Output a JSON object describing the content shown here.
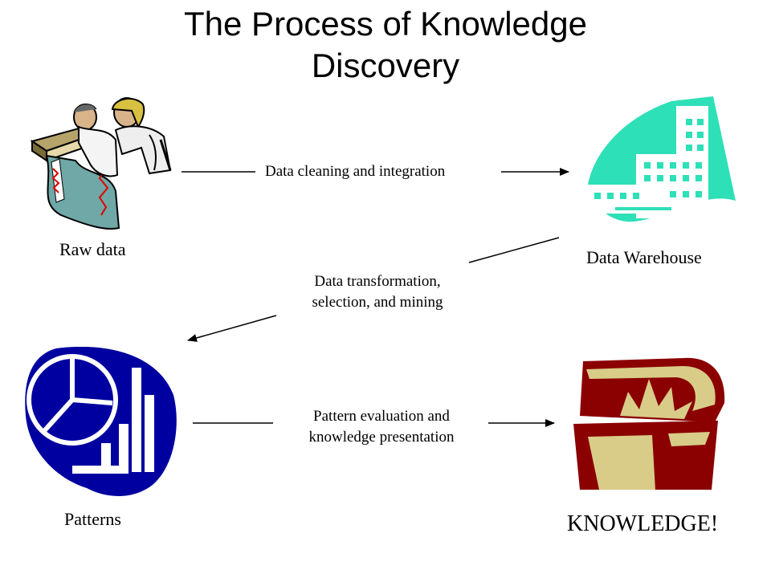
{
  "title": {
    "line1": "The Process of Knowledge",
    "line2": "Discovery"
  },
  "nodes": {
    "raw_data": "Raw data",
    "data_warehouse": "Data Warehouse",
    "patterns": "Patterns",
    "knowledge": "KNOWLEDGE!"
  },
  "steps": {
    "cleaning": "Data cleaning and integration",
    "transformation_1": "Data transformation,",
    "transformation_2": "selection, and mining",
    "evaluation_1": "Pattern evaluation and",
    "evaluation_2": "knowledge presentation"
  },
  "colors": {
    "warehouse": "#2ee0b8",
    "patterns": "#0000a0",
    "chest_dark": "#8b0000",
    "chest_light": "#d8cc88"
  }
}
